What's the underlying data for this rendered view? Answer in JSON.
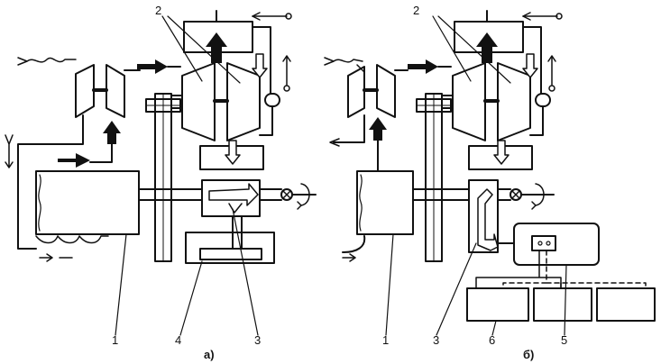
{
  "panels": [
    {
      "caption": "а)",
      "callouts": {
        "engine": "1",
        "turbines": "2",
        "transmission": "3",
        "unit": "4"
      }
    },
    {
      "caption": "б)",
      "callouts": {
        "engine": "1",
        "turbines": "2",
        "transmission": "3",
        "control_unit": "5",
        "blocks": "6"
      }
    }
  ],
  "colors": {
    "line": "#111111",
    "background": "#ffffff"
  }
}
